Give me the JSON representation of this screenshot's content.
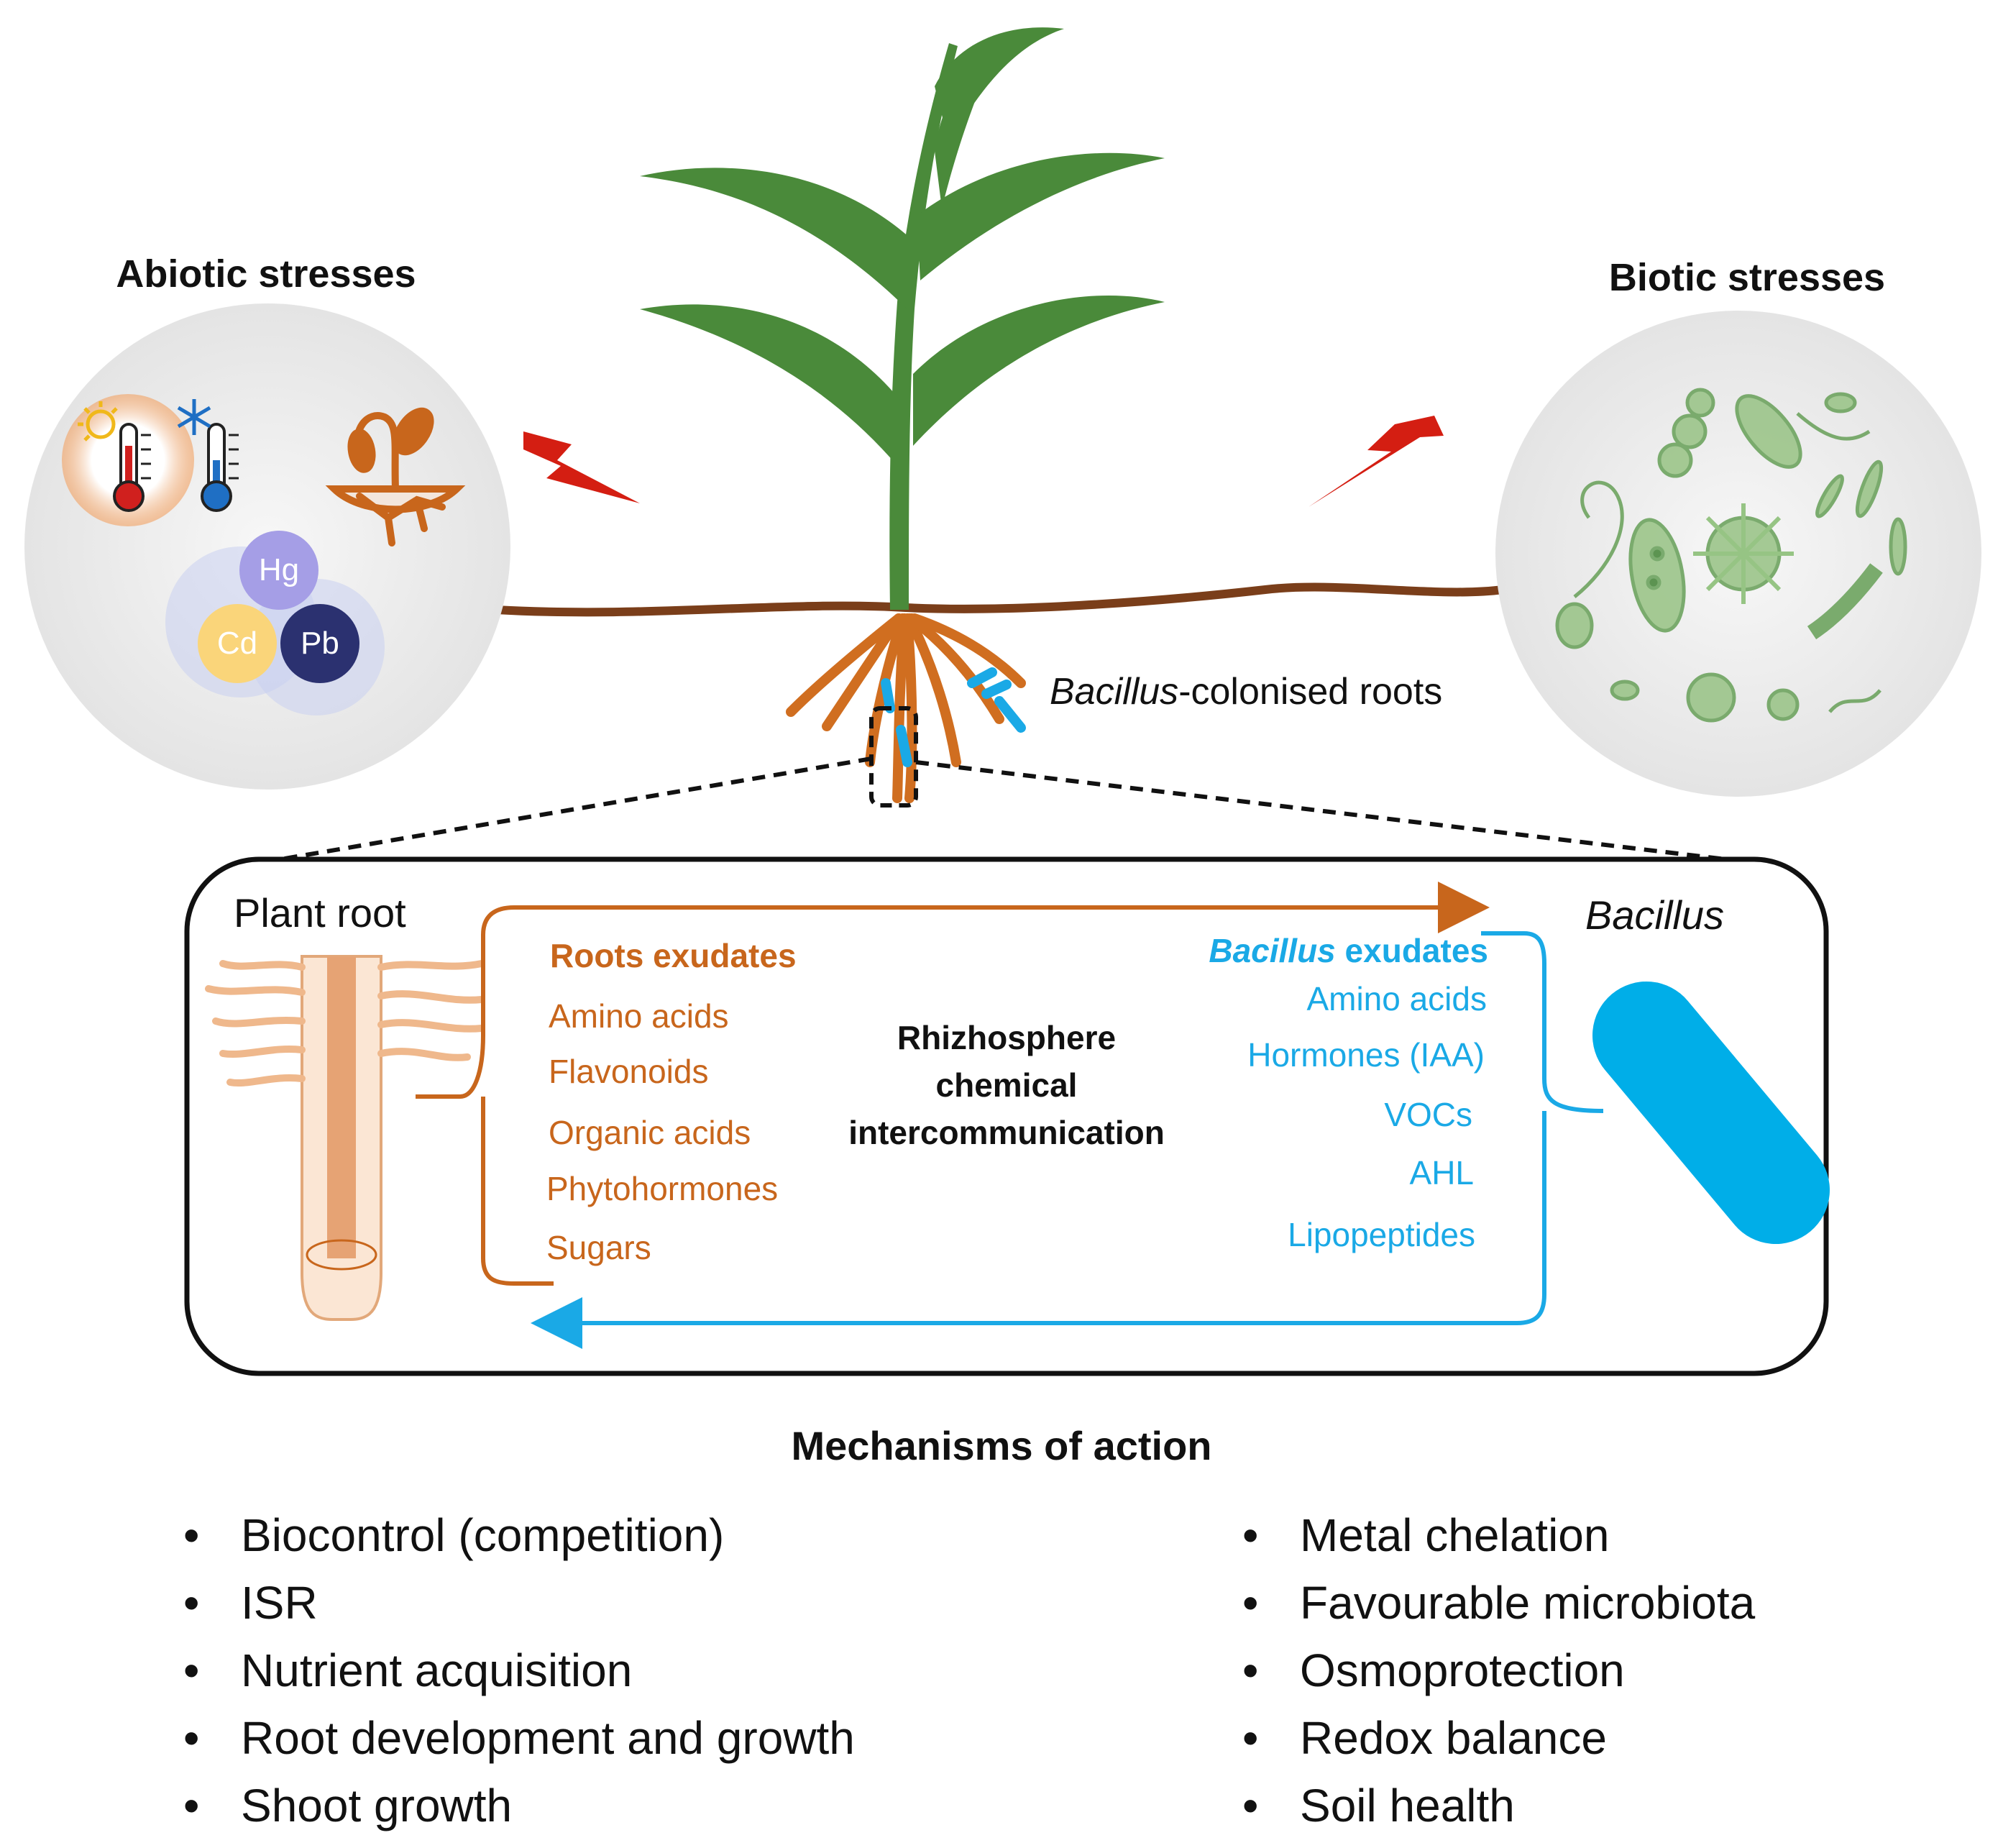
{
  "colors": {
    "plant_green": "#4a8a3a",
    "soil_brown": "#7a3e1a",
    "root_orange": "#c8661c",
    "bacillus_blue": "#00aee8",
    "bolt_red": "#d41e12"
  },
  "stress": {
    "abiotic_title": "Abiotic stresses",
    "biotic_title": "Biotic stresses",
    "metals": [
      "Hg",
      "Cd",
      "Pb"
    ]
  },
  "colonised_label": {
    "italic": "Bacillus",
    "rest": "-colonised roots"
  },
  "panel": {
    "plant_root_label": "Plant root",
    "bacillus_label": "Bacillus",
    "roots_exudates_title": "Roots exudates",
    "roots_exudates": [
      "Amino acids",
      "Flavonoids",
      "Organic acids",
      "Phytohormones",
      "Sugars"
    ],
    "bacillus_exudates_italic": "Bacillus",
    "bacillus_exudates_rest": " exudates",
    "bacillus_exudates": [
      "Amino acids",
      "Hormones (IAA)",
      "VOCs",
      "AHL",
      "Lipopeptides"
    ],
    "center_lines": [
      "Rhizhosphere",
      "chemical",
      "intercommunication"
    ]
  },
  "mechanisms": {
    "title": "Mechanisms of action",
    "bullet": "•",
    "left": [
      "Biocontrol (competition)",
      "ISR",
      "Nutrient acquisition",
      "Root development and growth",
      "Shoot growth"
    ],
    "right": [
      "Metal chelation",
      "Favourable microbiota",
      "Osmoprotection",
      "Redox balance",
      "Soil health"
    ]
  }
}
